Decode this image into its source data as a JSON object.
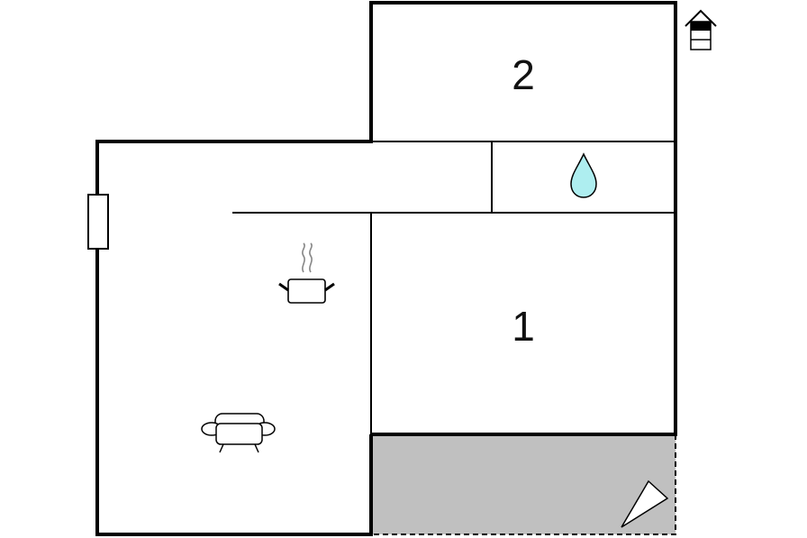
{
  "floorplan": {
    "rooms": [
      {
        "id": "bedroom-2",
        "label": "2"
      },
      {
        "id": "bedroom-1",
        "label": "1"
      }
    ],
    "icons": {
      "bathroom": "water-drop-icon",
      "kitchen": "cooking-pot-icon",
      "living": "sofa-icon",
      "north": "compass-arrow-icon",
      "level": "house-floor-icon"
    },
    "colors": {
      "wall": "#000000",
      "terrace_fill": "#c0c0c0",
      "water_drop": "#aeeef0",
      "background": "#ffffff",
      "steam": "#888888"
    }
  }
}
